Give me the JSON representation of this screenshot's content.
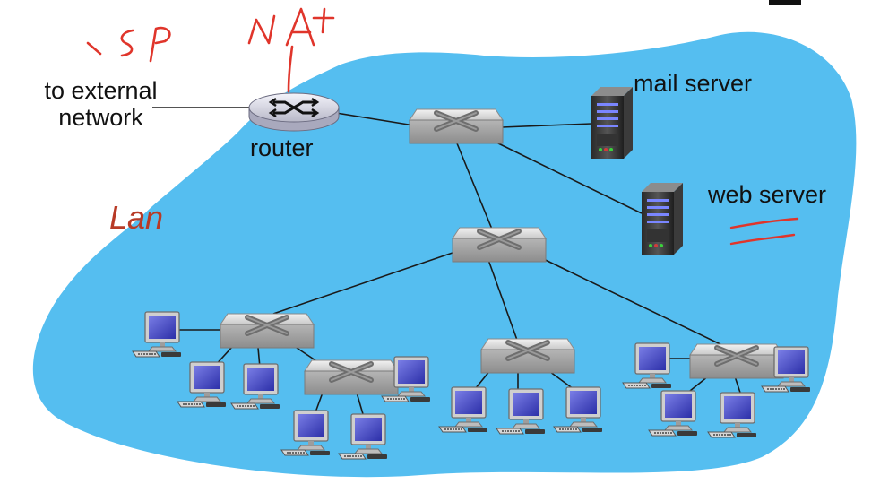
{
  "labels": {
    "external": [
      "to external",
      "network"
    ],
    "router": "router",
    "mail_server": "mail server",
    "web_server": "web server",
    "lan": "Lan"
  },
  "annotations": {
    "isp_handwritten": "ISP",
    "nat_handwritten": "NAT"
  },
  "colors": {
    "lan_fill": "#55bef0",
    "annotation_ink": "#e0352b",
    "lan_text": "#b83a26"
  },
  "icons": {
    "router": "router-icon",
    "switch": "switch-icon",
    "server": "server-icon",
    "workstation": "desktop-computer-icon"
  }
}
